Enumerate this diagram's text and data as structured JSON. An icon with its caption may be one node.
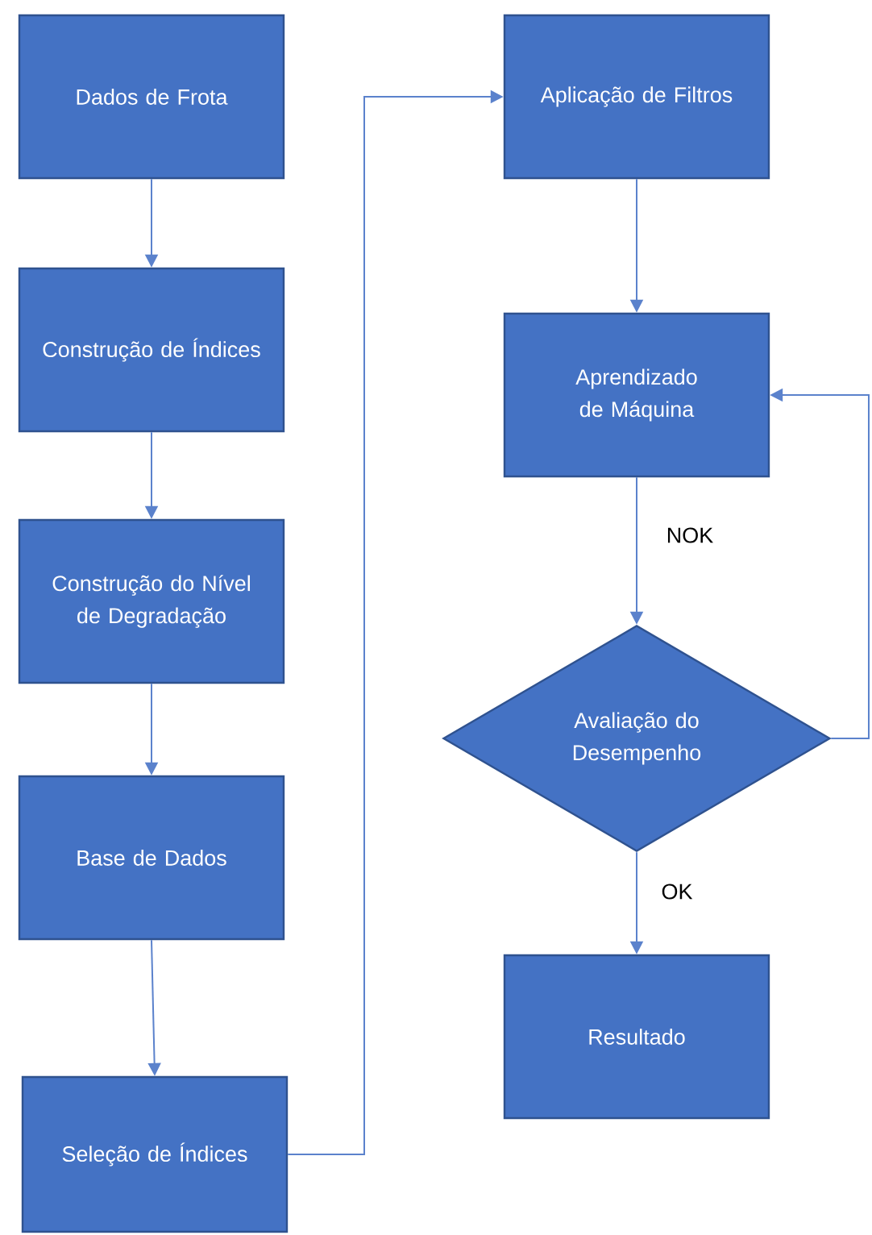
{
  "diagram": {
    "nodes": [
      {
        "text": [
          "Dados de Frota"
        ]
      },
      {
        "text": [
          "Construção de Índices"
        ]
      },
      {
        "text": [
          "Construção do Nível de Degradação"
        ]
      },
      {
        "text": [
          "Base de Dados"
        ]
      },
      {
        "text": [
          "Seleção de Índices"
        ]
      },
      {
        "text": [
          "Aplicação de Filtros"
        ]
      },
      {
        "text": [
          "Aprendizado de Máquina"
        ]
      },
      {
        "text": [
          "Avaliação do Desempenho"
        ]
      },
      {
        "text": [
          "Resultado"
        ]
      }
    ],
    "edges": [
      {
        "from": 0,
        "to": 1,
        "arrow": "to"
      },
      {
        "from": 1,
        "to": 2,
        "arrow": "to"
      },
      {
        "from": 2,
        "to": 3,
        "arrow": "to"
      },
      {
        "from": 3,
        "to": 4,
        "arrow": "to"
      },
      {
        "from": 4,
        "to": 5,
        "arrow": "to"
      },
      {
        "from": 5,
        "to": 6,
        "arrow": "to"
      },
      {
        "from": 6,
        "to": 7,
        "arrow": "to",
        "label": "NOK"
      },
      {
        "from": 7,
        "to": 8,
        "arrow": "to",
        "label": "OK"
      },
      {
        "from": 7,
        "to": 6,
        "arrow": "to"
      }
    ]
  }
}
